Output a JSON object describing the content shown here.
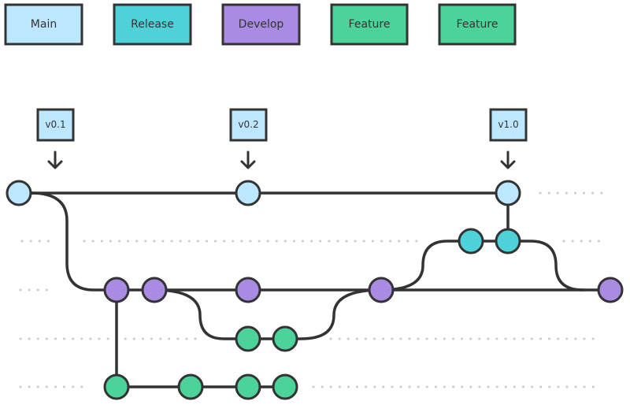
{
  "legend": [
    {
      "label": "Main",
      "color": "#bde6ff"
    },
    {
      "label": "Release",
      "color": "#4fd1d9"
    },
    {
      "label": "Develop",
      "color": "#a98be3"
    },
    {
      "label": "Feature",
      "color": "#4cd39a"
    },
    {
      "label": "Feature",
      "color": "#4cd39a"
    }
  ],
  "tags": [
    {
      "label": "v0.1"
    },
    {
      "label": "v0.2"
    },
    {
      "label": "v1.0"
    }
  ],
  "colors": {
    "main": "#bde6ff",
    "release": "#4fd1d9",
    "develop": "#a98be3",
    "feature": "#4cd39a",
    "tag": "#bde6ff",
    "line": "#333333",
    "dots": "#cccccc"
  },
  "arrow_icon": "arrow-down-icon"
}
